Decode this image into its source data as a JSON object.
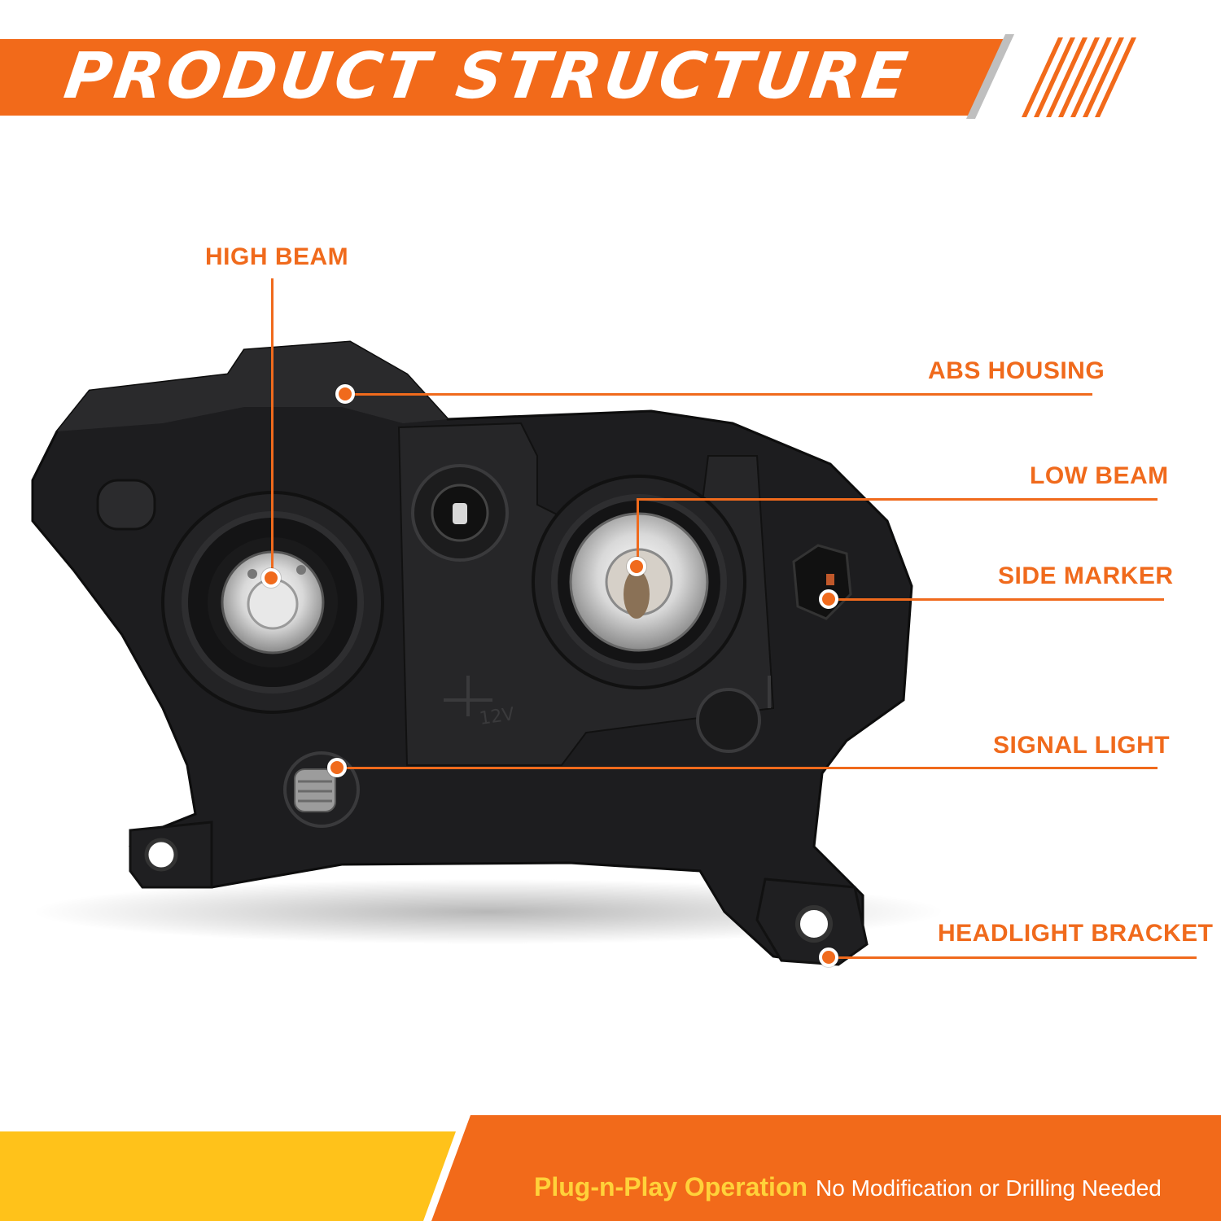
{
  "header": {
    "title": "PRODUCT STRUCTURE"
  },
  "callouts": [
    {
      "id": "high-beam",
      "label": "HIGH BEAM"
    },
    {
      "id": "abs-housing",
      "label": "ABS HOUSING"
    },
    {
      "id": "low-beam",
      "label": "LOW BEAM"
    },
    {
      "id": "side-marker",
      "label": "SIDE MARKER"
    },
    {
      "id": "signal-light",
      "label": "SIGNAL LIGHT"
    },
    {
      "id": "headlight-bracket",
      "label": "HEADLIGHT BRACKET"
    }
  ],
  "footer": {
    "highlight": "Plug-n-Play Operation",
    "text": "No Modification or Drilling Needed"
  },
  "colors": {
    "accent_orange": "#f06a1c",
    "accent_yellow": "#ffc21a",
    "housing_black": "#1d1d1f"
  }
}
